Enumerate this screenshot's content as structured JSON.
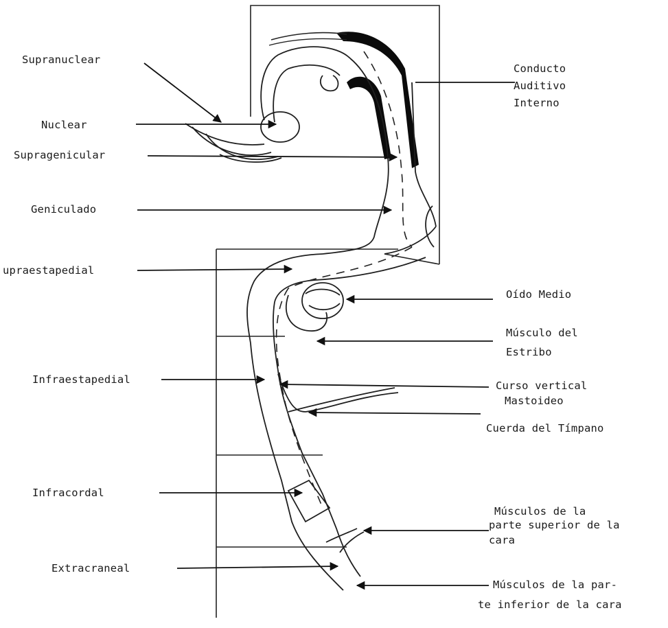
{
  "labels": {
    "supranuclear": "Supranuclear",
    "nuclear": "Nuclear",
    "suprageniculado": "Supragenicular",
    "geniculado": "Geniculado",
    "supraestapedial": "upraestapedial",
    "infraestapedial": "Infraestapedial",
    "infracordal": "Infracordal",
    "extracraneal": "Extracraneal",
    "conducto_1": "Conducto",
    "conducto_2": "Auditivo",
    "conducto_3": "Interno",
    "oido_medio": "Oído Medio",
    "musculo_estribo_1": "Músculo del",
    "musculo_estribo_2": "Estribo",
    "curso_vertical_1": "Curso vertical",
    "curso_vertical_2": "Mastoideo",
    "cuerda_timpano": "Cuerda del Tímpano",
    "musculos_sup_1": "Músculos de la",
    "musculos_sup_2": "parte superior de la",
    "musculos_sup_3": "cara",
    "musculos_inf_1": "Músculos de la par-",
    "musculos_inf_2": "te inferior de la cara"
  }
}
